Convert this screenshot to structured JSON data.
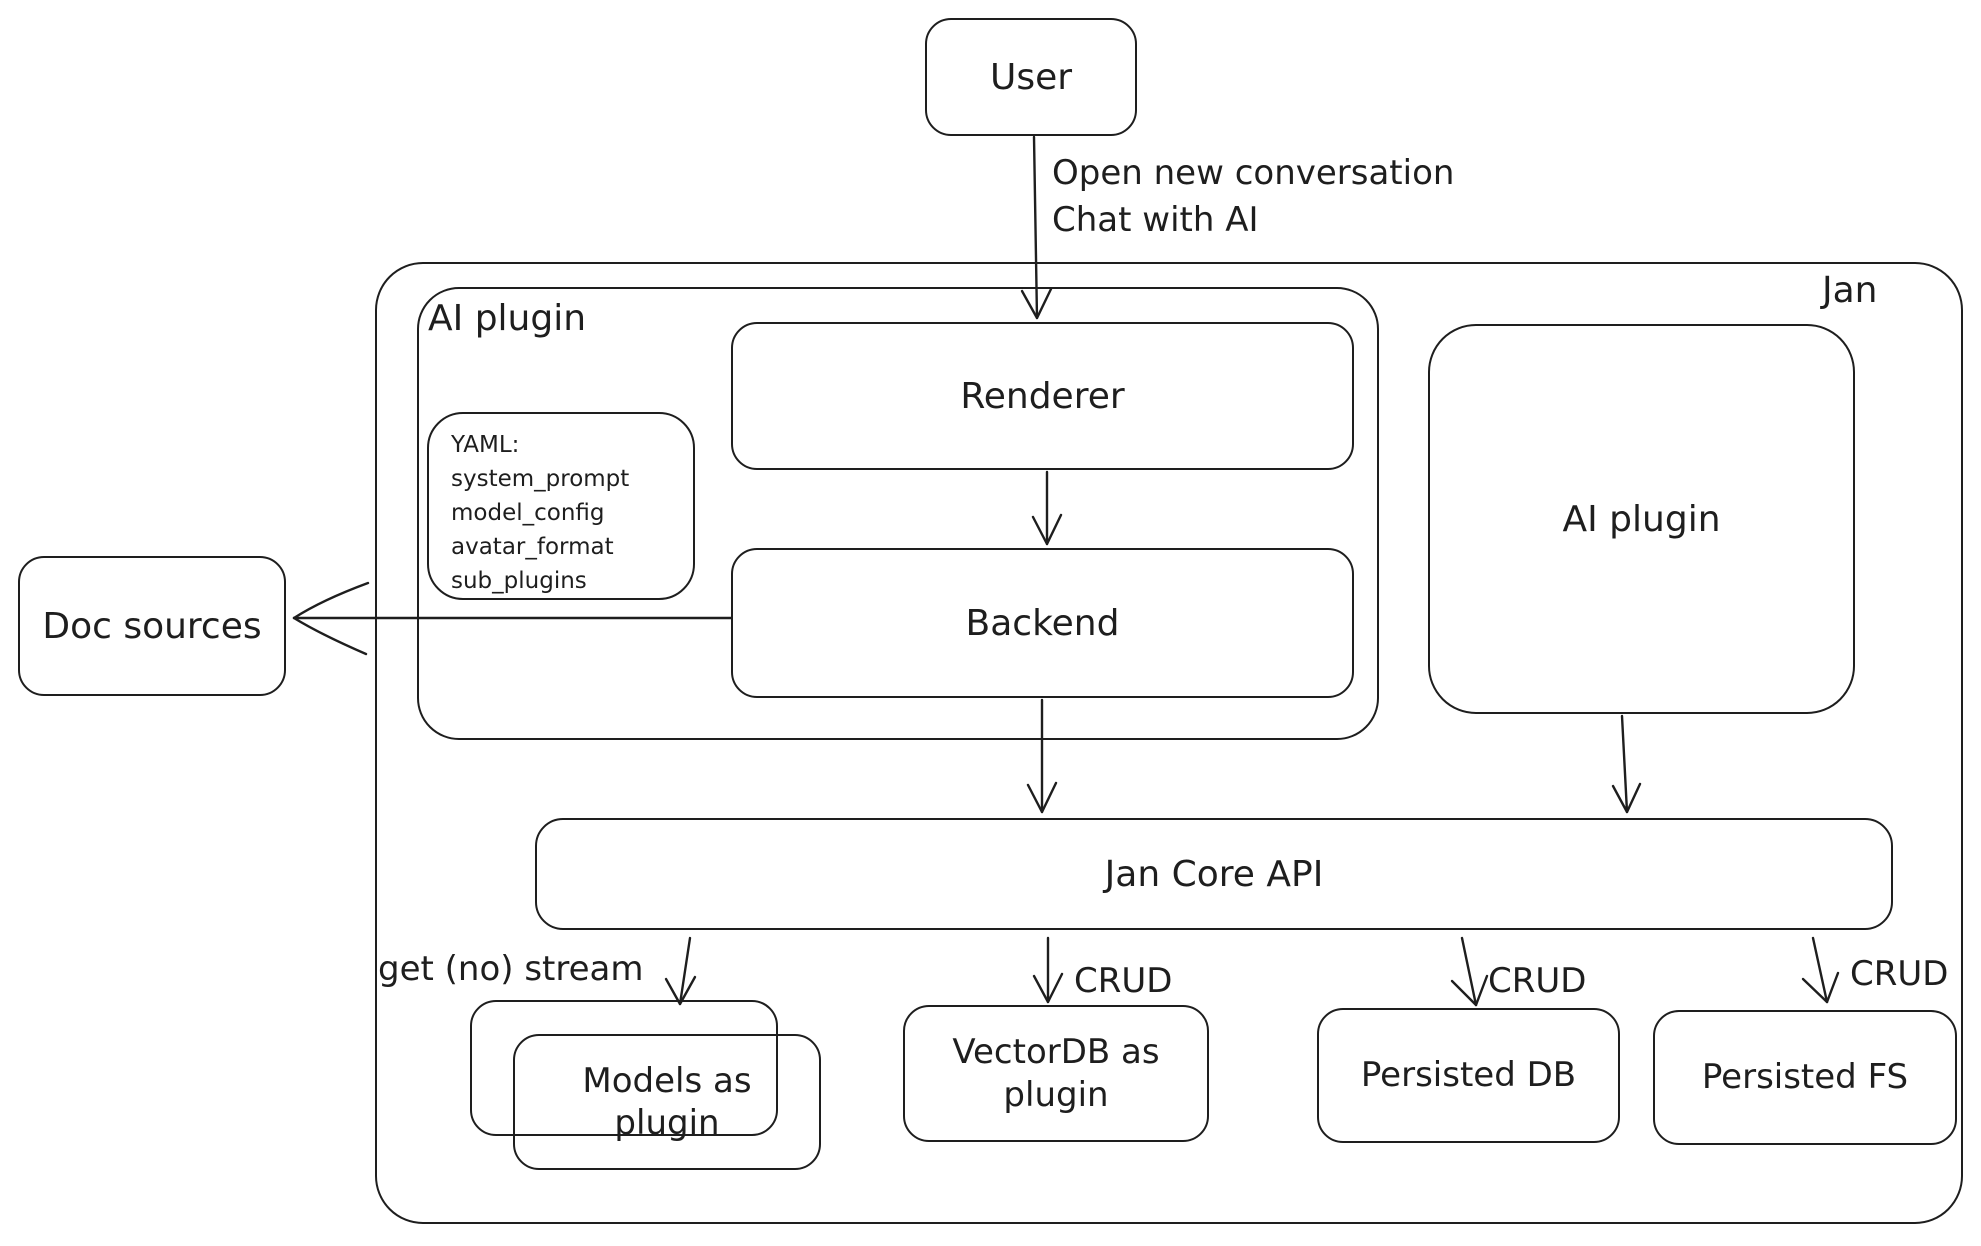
{
  "diagram": {
    "container_label": "Jan",
    "nodes": {
      "user": "User",
      "ai_plugin_group": "AI plugin",
      "renderer": "Renderer",
      "backend": "Backend",
      "ai_plugin": "AI plugin",
      "doc_sources": "Doc sources",
      "jan_core_api": "Jan Core API",
      "models_as_plugin": "Models as plugin",
      "vectordb_as_plugin": "VectorDB as plugin",
      "persisted_db": "Persisted DB",
      "persisted_fs": "Persisted FS"
    },
    "yaml_note": {
      "lines": [
        "YAML:",
        "system_prompt",
        "model_config",
        "avatar_format",
        "sub_plugins"
      ]
    },
    "edge_labels": {
      "user_flow_line1": "Open new conversation",
      "user_flow_line2": "Chat with AI",
      "get_no_stream": "get (no) stream",
      "crud_vectordb": "CRUD",
      "crud_persisted_db": "CRUD",
      "crud_persisted_fs": "CRUD"
    },
    "colors": {
      "stroke": "#1e1e1e",
      "background": "#ffffff"
    }
  }
}
